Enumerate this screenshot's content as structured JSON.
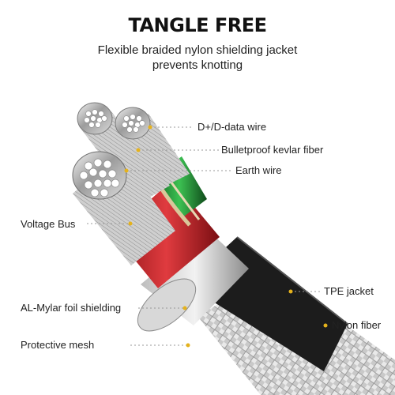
{
  "title": "TANGLE FREE",
  "subtitle": [
    "Flexible braided nylon shielding jacket",
    "prevents knotting"
  ],
  "labels": {
    "data_wire": "D+/D-data wire",
    "kevlar": "Bulletproof kevlar fiber",
    "earth": "Earth wire",
    "voltage_bus": "Voltage Bus",
    "tpe_jacket": "TPE jacket",
    "al_mylar": "AL-Mylar foil shielding",
    "nylon": "Nylon fiber",
    "mesh": "Protective mesh"
  },
  "colors": {
    "red_insulation": "#c3262b",
    "green_insulation": "#2e9a3c",
    "black_jacket": "#1c1c1c",
    "leader_dot": "#e5b21c"
  }
}
